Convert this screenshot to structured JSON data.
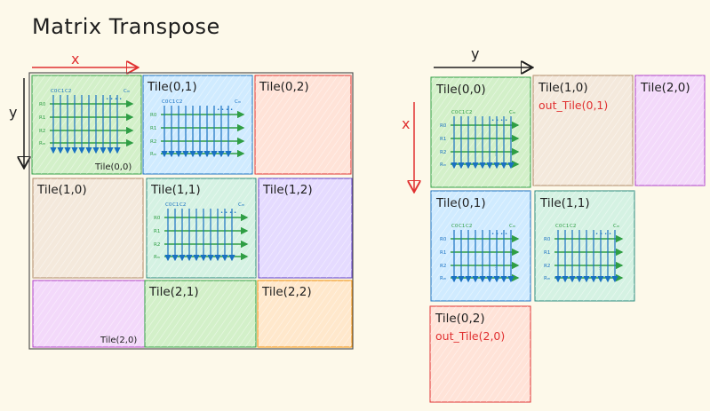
{
  "title": "Matrix Transpose",
  "left_axes": {
    "x_label": "x",
    "y_label": "y"
  },
  "right_axes": {
    "x_label": "x",
    "y_label": "y"
  },
  "left_grid": {
    "tiles": [
      {
        "id": "00",
        "label": "Tile(0,0)",
        "fill": "#d3f0c9",
        "stroke": "#2f9e44",
        "has_matrix": true,
        "label_pos": "bottom-right"
      },
      {
        "id": "01",
        "label": "Tile(0,1)",
        "fill": "#d0ebff",
        "stroke": "#1971c2",
        "has_matrix": true,
        "label_pos": "top-left"
      },
      {
        "id": "02",
        "label": "Tile(0,2)",
        "fill": "#ffe3d8",
        "stroke": "#e03131",
        "has_matrix": false,
        "label_pos": "top-left"
      },
      {
        "id": "10",
        "label": "Tile(1,0)",
        "fill": "#f4e9dc",
        "stroke": "#b08968",
        "has_matrix": false,
        "label_pos": "top-left"
      },
      {
        "id": "11",
        "label": "Tile(1,1)",
        "fill": "#d5f2e3",
        "stroke": "#2b8a7e",
        "has_matrix": true,
        "label_pos": "top-left"
      },
      {
        "id": "12",
        "label": "Tile(1,2)",
        "fill": "#e5dbff",
        "stroke": "#5f3dc4",
        "has_matrix": false,
        "label_pos": "top-left"
      },
      {
        "id": "20",
        "label": "Tile(2,0)",
        "fill": "#f3d9fa",
        "stroke": "#ae3ec9",
        "has_matrix": false,
        "label_pos": "bottom-right"
      },
      {
        "id": "21",
        "label": "Tile(2,1)",
        "fill": "#d3f0c9",
        "stroke": "#2f9e44",
        "has_matrix": false,
        "label_pos": "top-left"
      },
      {
        "id": "22",
        "label": "Tile(2,2)",
        "fill": "#ffe8cc",
        "stroke": "#f08c00",
        "has_matrix": false,
        "label_pos": "top-left"
      }
    ]
  },
  "right_grid": {
    "tiles": [
      {
        "id": "r00",
        "label": "Tile(0,0)",
        "sub": "",
        "fill": "#d3f0c9",
        "stroke": "#2f9e44",
        "has_matrix": true
      },
      {
        "id": "r10",
        "label": "Tile(1,0)",
        "sub": "out_Tile(0,1)",
        "fill": "#f4e9dc",
        "stroke": "#b08968",
        "has_matrix": false
      },
      {
        "id": "r20",
        "label": "Tile(2,0)",
        "sub": "",
        "fill": "#f3d9fa",
        "stroke": "#ae3ec9",
        "has_matrix": false
      },
      {
        "id": "r01",
        "label": "Tile(0,1)",
        "sub": "",
        "fill": "#d0ebff",
        "stroke": "#1971c2",
        "has_matrix": true
      },
      {
        "id": "r11",
        "label": "Tile(1,1)",
        "sub": "",
        "fill": "#d5f2e3",
        "stroke": "#2b8a7e",
        "has_matrix": true
      },
      {
        "id": "r02",
        "label": "Tile(0,2)",
        "sub": "out_Tile(2,0)",
        "fill": "#ffe3d8",
        "stroke": "#e03131",
        "has_matrix": false
      }
    ]
  },
  "matrix_labels": {
    "cols": [
      "C0",
      "C1",
      "C2"
    ],
    "col_last": "Cₘ",
    "rows": [
      "R0",
      "R1",
      "R2"
    ],
    "row_last": "Rₘ",
    "ellipsis": "• • • •",
    "vdots": "⋮"
  },
  "colors": {
    "blue": "#1971c2",
    "green": "#2f9e44",
    "red": "#e03131",
    "ink": "#1e1e1e",
    "paper": "#fdf9ea"
  }
}
